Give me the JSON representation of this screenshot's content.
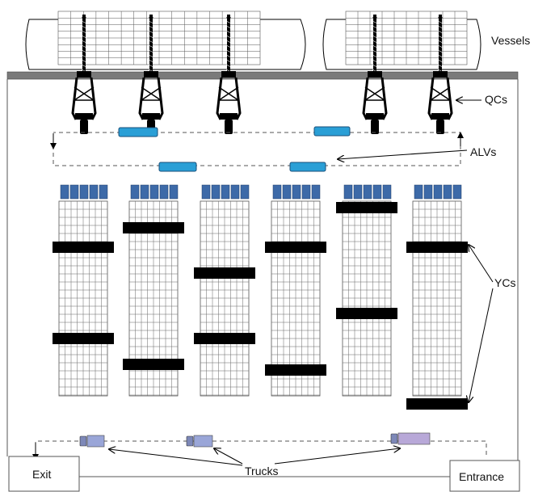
{
  "labels": {
    "vessels": "Vessels",
    "qcs": "QCs",
    "alvs": "ALVs",
    "ycs": "YCs",
    "trucks": "Trucks",
    "exit": "Exit",
    "entrance": "Entrance"
  },
  "colors": {
    "alv": "#2a9fd6",
    "yard_crane": "#000000",
    "container_top": "#3d6aa8",
    "truck_cab": "#9aa6d8",
    "truck_trailer_large": "#b8a8d8",
    "quay": "#7a7a7a"
  },
  "counts": {
    "vessels": 2,
    "quay_cranes": 5,
    "alvs": 4,
    "yard_blocks": 6,
    "trucks": 3
  }
}
